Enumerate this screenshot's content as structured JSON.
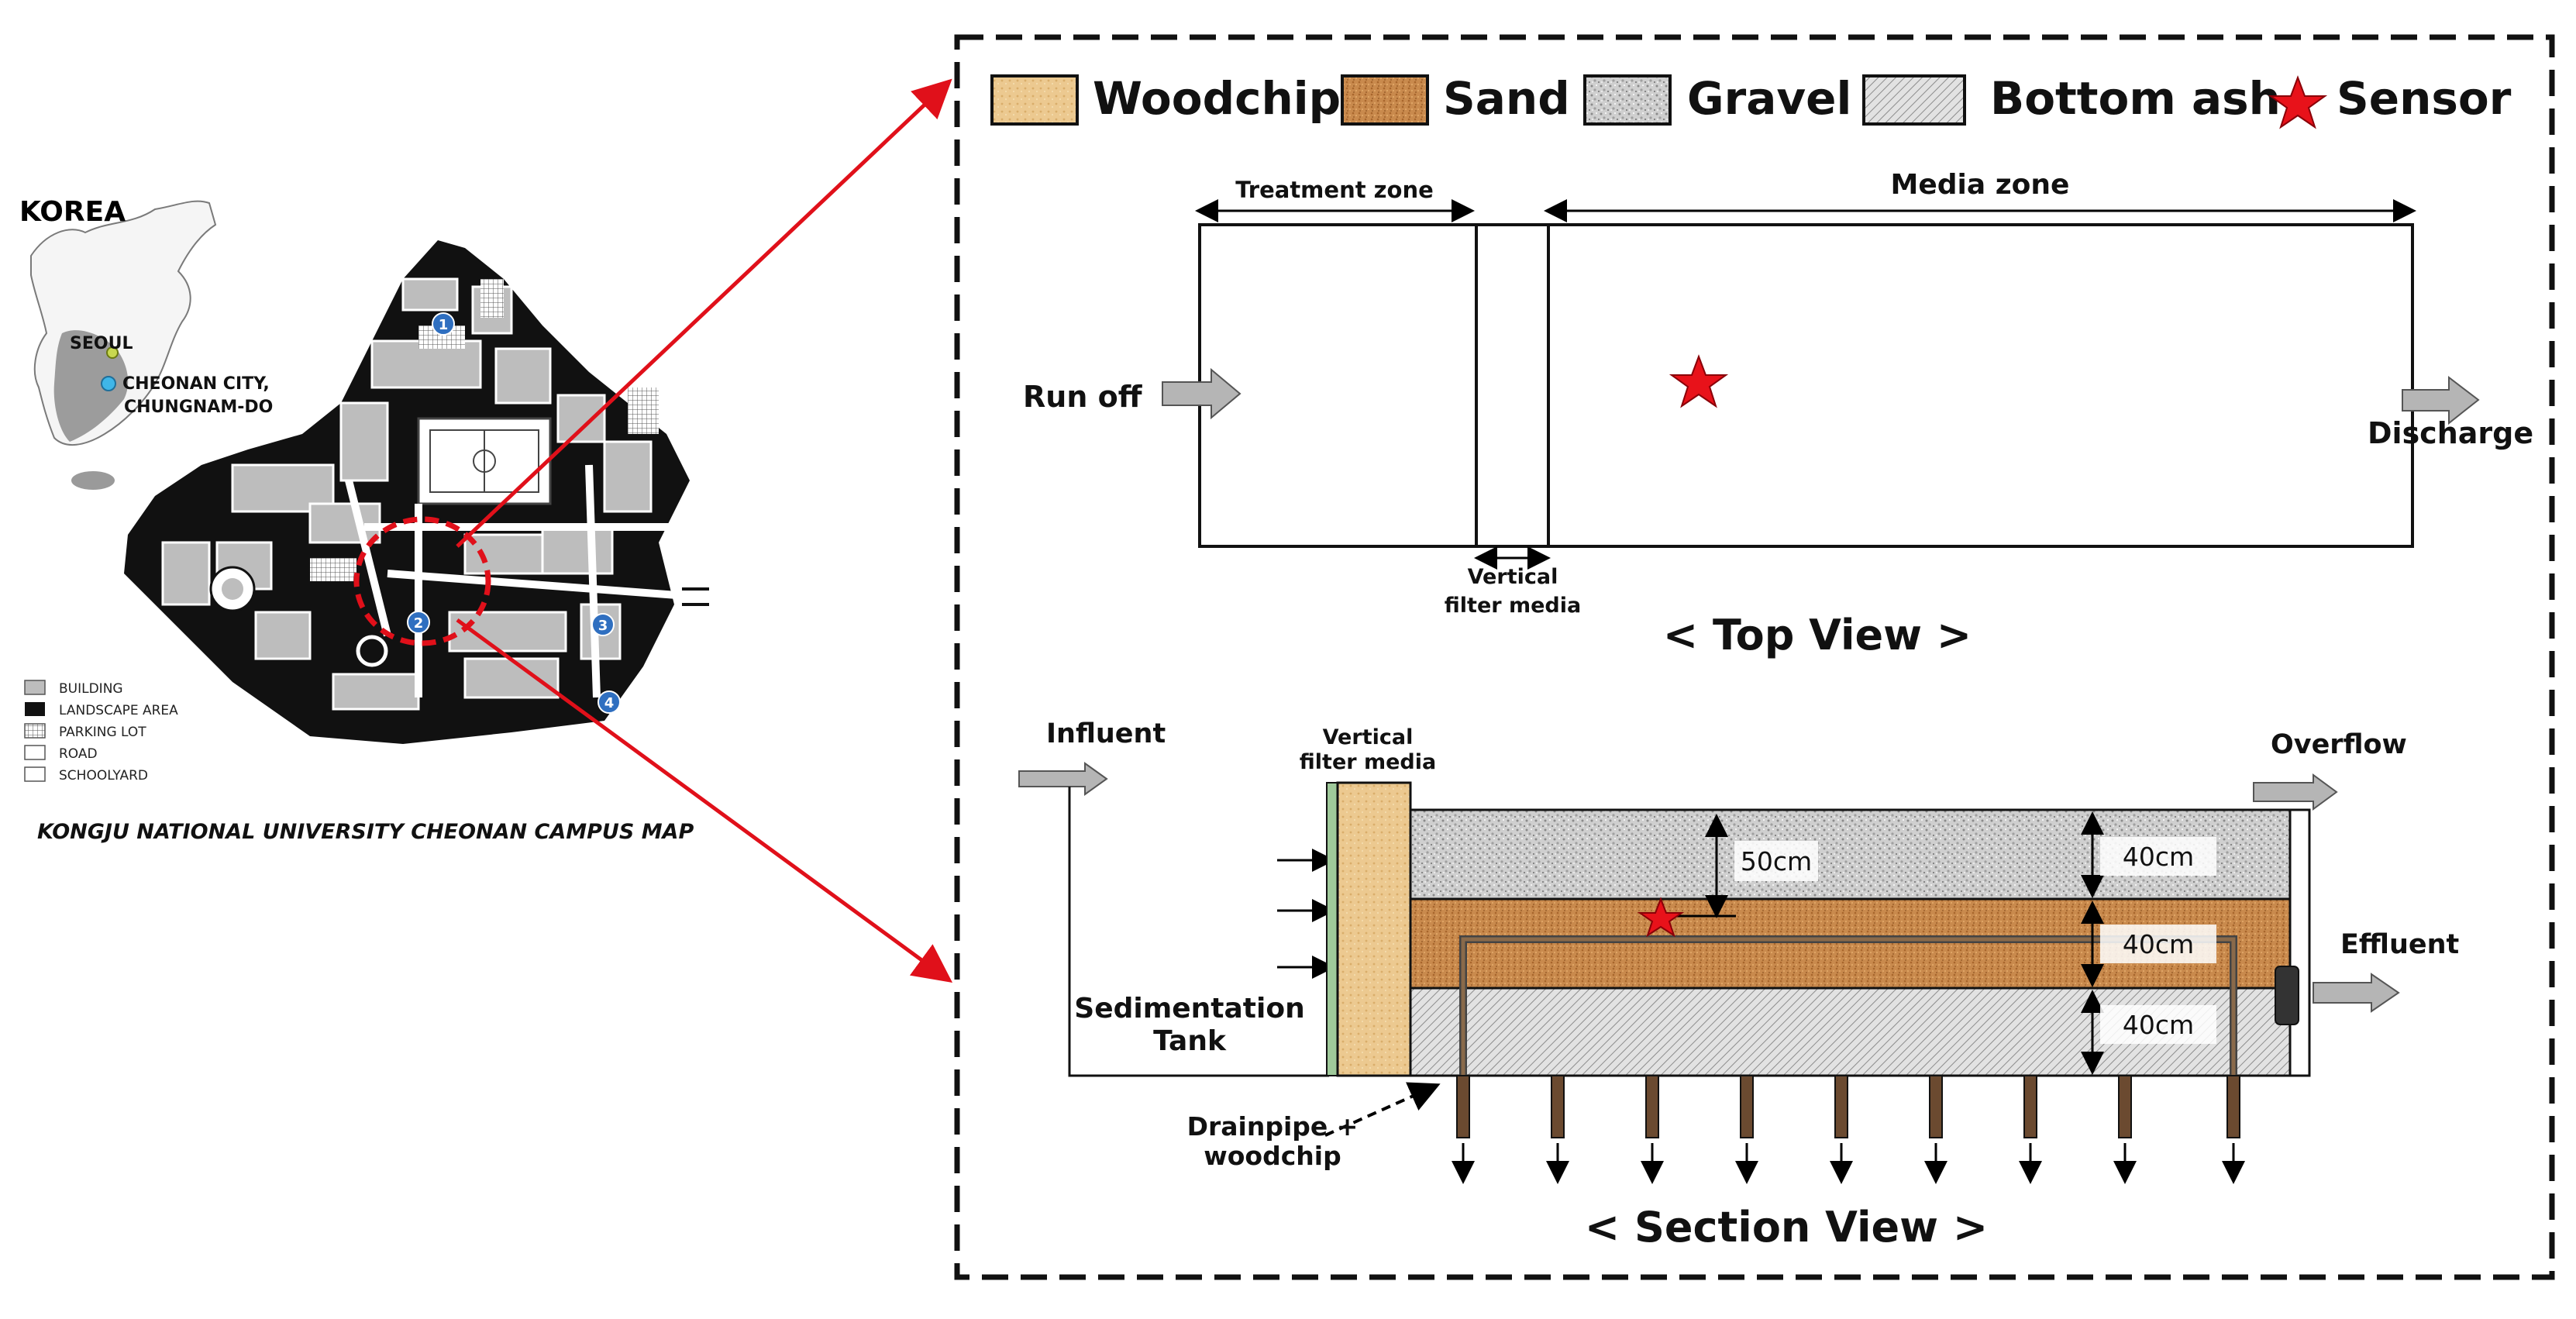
{
  "legend": {
    "woodchip": "Woodchip",
    "sand": "Sand",
    "gravel": "Gravel",
    "bottom_ash": "Bottom ash",
    "sensor": "Sensor"
  },
  "map": {
    "country": "KOREA",
    "seoul": "SEOUL",
    "city_line1": "CHEONAN CITY,",
    "city_line2": "CHUNGNAM-DO",
    "caption": "KONGJU NATIONAL UNIVERSITY CHEONAN CAMPUS MAP",
    "legend": {
      "building": "BUILDING",
      "landscape": "LANDSCAPE AREA",
      "parking": "PARKING LOT",
      "road": "ROAD",
      "schoolyard": "SCHOOLYARD"
    },
    "markers": [
      "1",
      "2",
      "3",
      "4"
    ]
  },
  "top_view": {
    "treatment_zone": "Treatment zone",
    "media_zone": "Media zone",
    "run_off": "Run off",
    "discharge": "Discharge",
    "vertical_line1": "Vertical",
    "vertical_line2": "filter media",
    "title": "< Top View >"
  },
  "section_view": {
    "influent": "Influent",
    "vertical_line1": "Vertical",
    "vertical_line2": "filter media",
    "overflow": "Overflow",
    "effluent": "Effluent",
    "sed_line1": "Sedimentation",
    "sed_line2": "Tank",
    "drain_line1": "Drainpipe +",
    "drain_line2": "woodchip",
    "depth_sensor": "50cm",
    "layer_gravel": "40cm",
    "layer_sand": "40cm",
    "layer_ash": "40cm",
    "title": "< Section View >"
  },
  "colors": {
    "woodchip": "#e8c48a",
    "sand": "#c9894c",
    "gravel": "#c8c8c8",
    "ash": "#d4d4d4",
    "sensor": "#e8121a",
    "arrow_red": "#e0101a",
    "marker_blue": "#2f6fc0",
    "landscape": "#111111",
    "building": "#bdbdbd"
  }
}
